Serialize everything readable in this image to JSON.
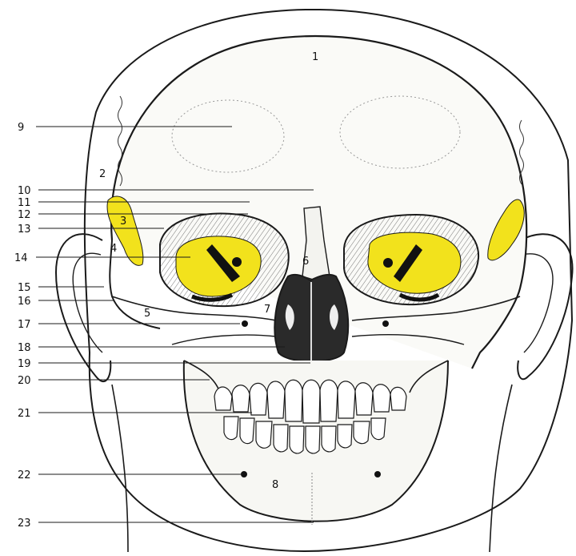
{
  "figure": {
    "highlight_color": "#f2e21c",
    "line_color": "#1a1a1a",
    "background": "#ffffff"
  },
  "labels": {
    "l1": "1",
    "l2": "2",
    "l3": "3",
    "l4": "4",
    "l5": "5",
    "l6": "6",
    "l7": "7",
    "l8": "8",
    "l9": "9",
    "l10": "10",
    "l11": "11",
    "l12": "12",
    "l13": "13",
    "l14": "14",
    "l15": "15",
    "l16": "16",
    "l17": "17",
    "l18": "18",
    "l19": "19",
    "l20": "20",
    "l21": "21",
    "l22": "22",
    "l23": "23"
  }
}
